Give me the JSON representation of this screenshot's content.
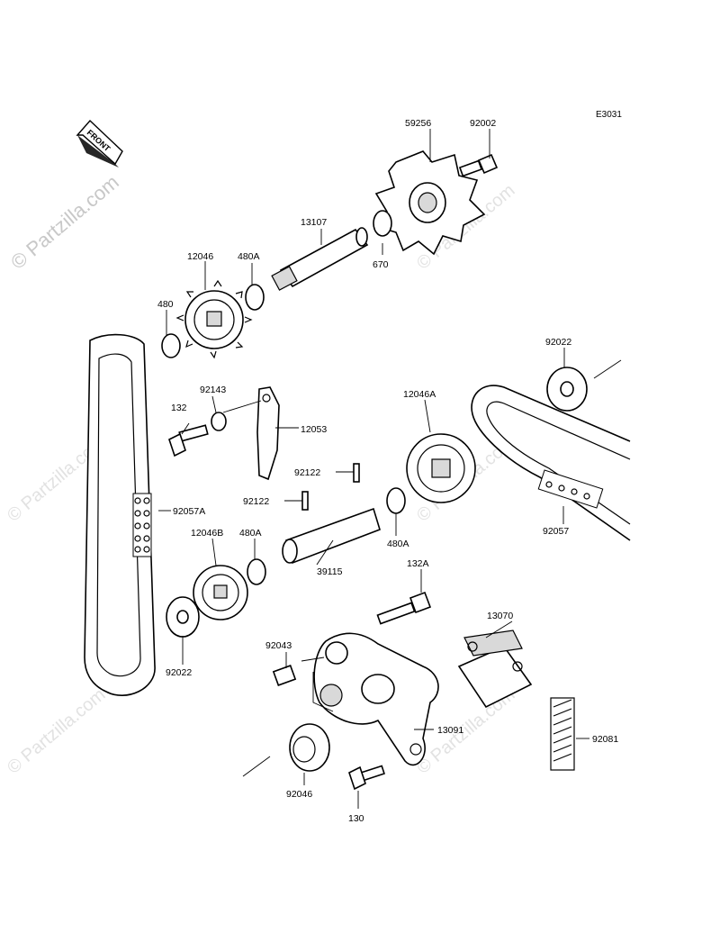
{
  "diagram_code": "E3031",
  "front_label": "FRONT",
  "watermark_main": "© Partzilla.com",
  "watermark_repeat": "© Partzilla.com",
  "part_labels": {
    "p59256": "59256",
    "p92002": "92002",
    "p13107": "13107",
    "p670": "670",
    "p12046": "12046",
    "p480A_top": "480A",
    "p480": "480",
    "p92022_right": "92022",
    "p92143": "92143",
    "p132": "132",
    "p12053": "12053",
    "p12046A": "12046A",
    "p92122_a": "92122",
    "p92122_b": "92122",
    "p92057A": "92057A",
    "p92057": "92057",
    "p12046B": "12046B",
    "p480A_mid": "480A",
    "p480A_right": "480A",
    "p39115": "39115",
    "p132A": "132A",
    "p13070": "13070",
    "p92043": "92043",
    "p92022_left": "92022",
    "p92081": "92081",
    "p13091": "13091",
    "p92046": "92046",
    "p130": "130"
  }
}
